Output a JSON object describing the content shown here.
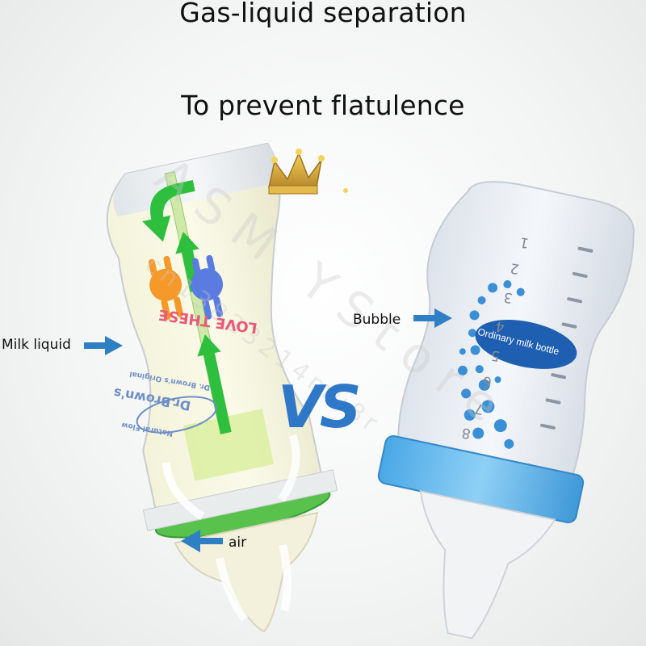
{
  "title": "Gas-liquid separation",
  "subtitle": "To prevent flatulence",
  "labels": {
    "milk_liquid": "Milk liquid",
    "air": "air",
    "bubble": "Bubble",
    "ordinary_bottle": "Ordinary milk bottle"
  },
  "vs_text": "VS",
  "watermark": {
    "line1": "ASM YStore",
    "line2": "cn13823214mu8r"
  },
  "bottle_left": {
    "brand_line1": "LOVE THESE",
    "brand_logo": "Dr.Brown's",
    "brand_small_top": "Dr. Brown's Original",
    "brand_small_bottom": "Natural Flow"
  },
  "bottle_right": {
    "scale_marks": [
      "1",
      "2",
      "3",
      "4",
      "5",
      "6",
      "7",
      "8"
    ]
  },
  "colors": {
    "arrow_blue": "#2f7fc4",
    "arrow_green": "#2fbf3f",
    "vs_blue": "#2f78c8",
    "bubble_blue": "#3a8fd6",
    "collar_blue": "#5ab4ea",
    "oval_blue": "#1f5fb2"
  },
  "icons": [
    "crown-icon",
    "arrow-right-icon",
    "arrow-up-icon"
  ]
}
